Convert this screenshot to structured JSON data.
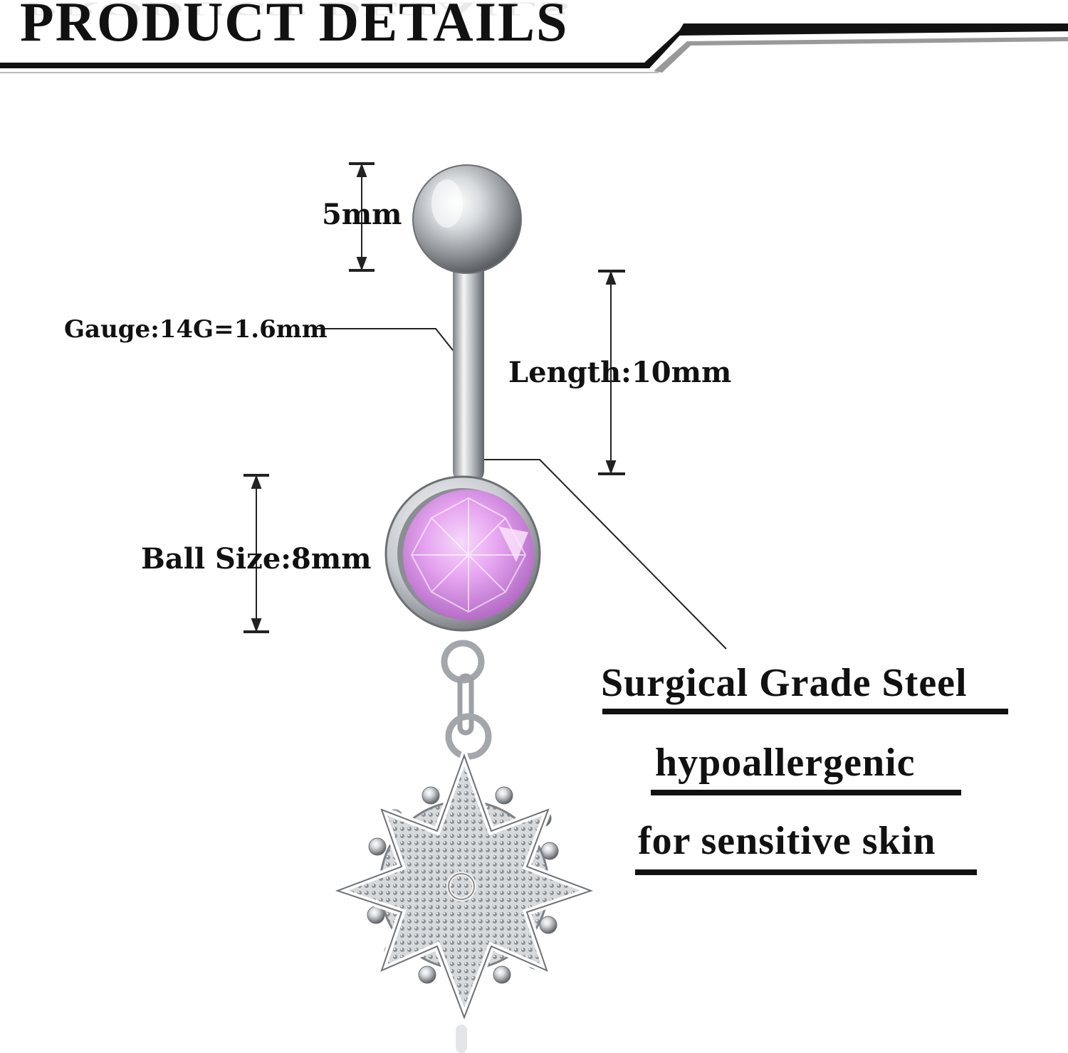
{
  "header": {
    "title": "PRODUCT DETAILS"
  },
  "product": {
    "gem_color": "#e7a6f1",
    "metal_color": "#c9ccd0",
    "dimensions": {
      "top_ball": "5mm",
      "gauge": "Gauge:14G=1.6mm",
      "length": "Length:10mm",
      "ball_size": "Ball Size:8mm"
    }
  },
  "features": [
    "Surgical Grade Steel",
    "hypoallergenic",
    "for sensitive skin"
  ]
}
